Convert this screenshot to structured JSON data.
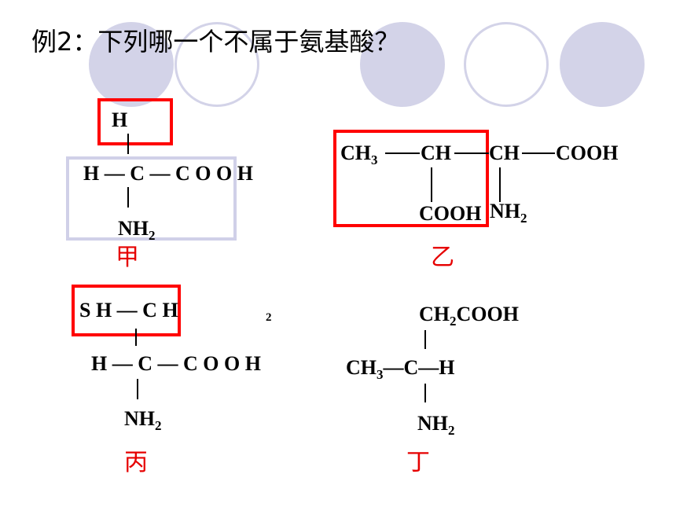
{
  "title": "例2：下列哪一个不属于氨基酸？",
  "a": {
    "label": "甲",
    "top_h": "H",
    "main_chain": "H — C — C O O H",
    "amino": "NH",
    "amino_sub": "2"
  },
  "b": {
    "label": "乙",
    "ch3": "CH",
    "ch3_sub": "3",
    "ch1": "CH",
    "ch2": "CH",
    "cooh_end": "COOH",
    "cooh_below": "COOH",
    "nh2": "NH",
    "nh2_sub": "2"
  },
  "c": {
    "label": "丙",
    "sh_part": "S H — C H",
    "sh_sub": "2",
    "main_chain": "H — C — C O O H",
    "amino": "NH",
    "amino_sub": "2"
  },
  "d": {
    "label": "丁",
    "top_text": "CH",
    "top_sub": "2",
    "top_rest": "COOH",
    "ch3": "CH",
    "ch3_sub": "3",
    "middle_rest": "—C—H",
    "amino": "NH",
    "amino_sub": "2"
  },
  "colors": {
    "highlight": "#ff0000",
    "label": "#e60000",
    "decor": "#d3d3e8"
  }
}
